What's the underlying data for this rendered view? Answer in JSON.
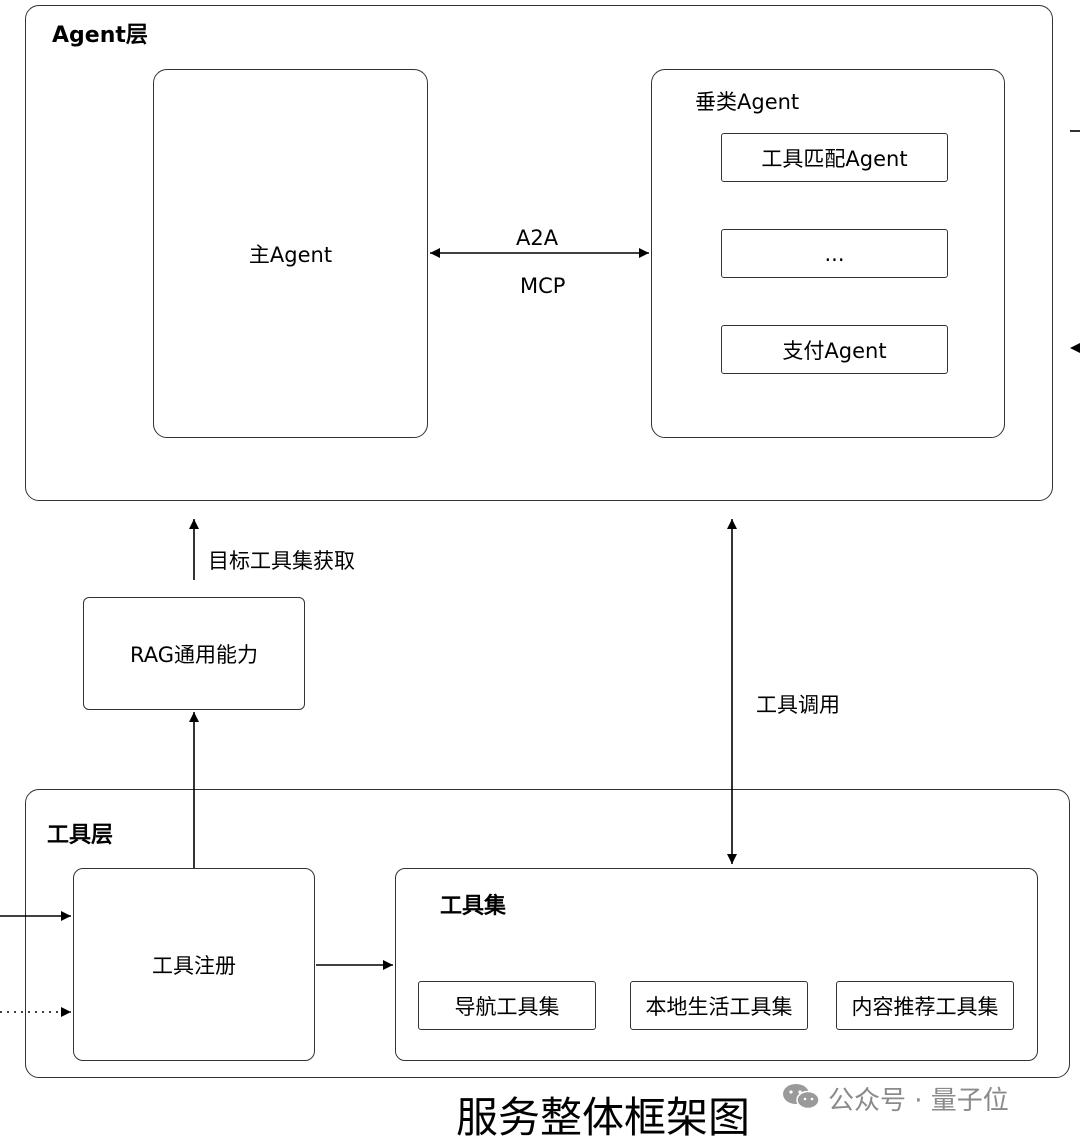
{
  "agent_layer": {
    "title": "Agent层",
    "main_agent": "主Agent",
    "vertical": {
      "title": "垂类Agent",
      "items": [
        "工具匹配Agent",
        "...",
        "支付Agent"
      ]
    },
    "protocols": [
      "A2A",
      "MCP"
    ]
  },
  "middle": {
    "target_tools_label": "目标工具集获取",
    "rag_label": "RAG通用能力",
    "tool_call_label": "工具调用"
  },
  "tool_layer": {
    "title": "工具层",
    "registration": "工具注册",
    "toolset": {
      "title": "工具集",
      "items": [
        "导航工具集",
        "本地生活工具集",
        "内容推荐工具集"
      ]
    }
  },
  "caption": "服务整体框架图",
  "watermark": "公众号 · 量子位"
}
